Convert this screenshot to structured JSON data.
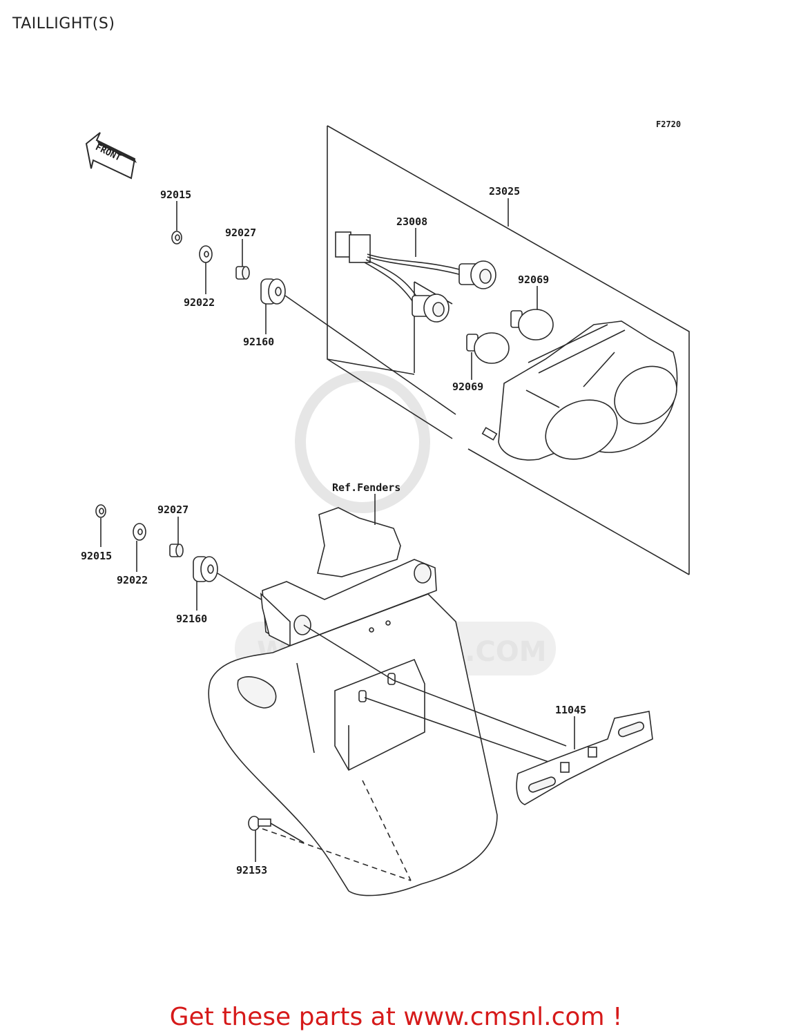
{
  "page": {
    "title": "TAILLIGHT(S)"
  },
  "figure": {
    "code": "F2720",
    "front_marker": "FRONT",
    "reference_label": "Ref.Fenders",
    "watermark": "WWW.CMSNL.COM"
  },
  "parts": {
    "p_23025": "23025",
    "p_23008": "23008",
    "p_92069_a": "92069",
    "p_92069_b": "92069",
    "p_92015_a": "92015",
    "p_92027_a": "92027",
    "p_92022_a": "92022",
    "p_92160_a": "92160",
    "p_92015_b": "92015",
    "p_92027_b": "92027",
    "p_92022_b": "92022",
    "p_92160_b": "92160",
    "p_11045": "11045",
    "p_92153": "92153"
  },
  "footer": {
    "link_text": "Get these parts at www.cmsnl.com !"
  }
}
